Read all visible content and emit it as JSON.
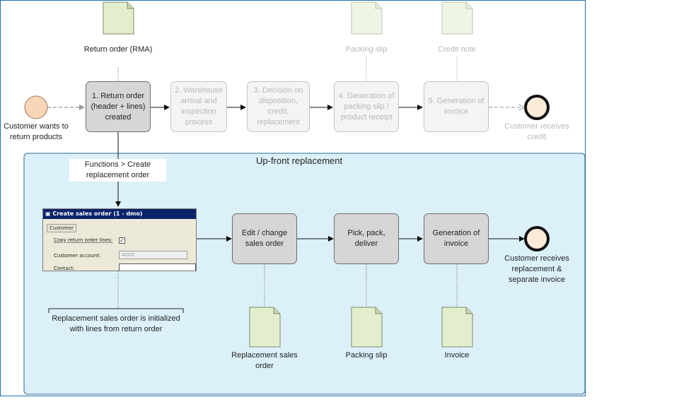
{
  "diagram": {
    "top_flow": {
      "start_event": "Customer wants to return products",
      "steps": [
        "1. Return order (header + lines) created",
        "2. Warehouse arrival and inspection process",
        "3. Decision on disposition, credit, replacement",
        "4. Generation of packing slip / product receipt",
        "5. Generation of invoice"
      ],
      "documents": [
        "Return order (RMA)",
        "Packing slip",
        "Credit note"
      ],
      "end_event": "Customer receives credit"
    },
    "lane": {
      "title": "Up-front replacement",
      "trigger": "Functions > Create replacement order",
      "dialog": {
        "title": "Create sales order (1 - dmo)",
        "tab": "Customer",
        "copy_label": "Copy return order lines:",
        "copy_checked": "✓",
        "account_label": "Customer account:",
        "account_value": "4000",
        "contact_label": "Contact:"
      },
      "annotation": "Replacement sales order is initialized with lines from return order",
      "steps": [
        "Edit / change sales order",
        "Pick, pack, deliver",
        "Generation of invoice"
      ],
      "documents": [
        "Replacement sales order",
        "Packing slip",
        "Invoice"
      ],
      "end_event": "Customer receives replacement & separate invoice"
    }
  },
  "colors": {
    "lane_fill": "#dcf0f9",
    "doc_fill": "#e3eecf",
    "start_fill": "#fad6b8",
    "end_fill": "#fdebd9"
  }
}
